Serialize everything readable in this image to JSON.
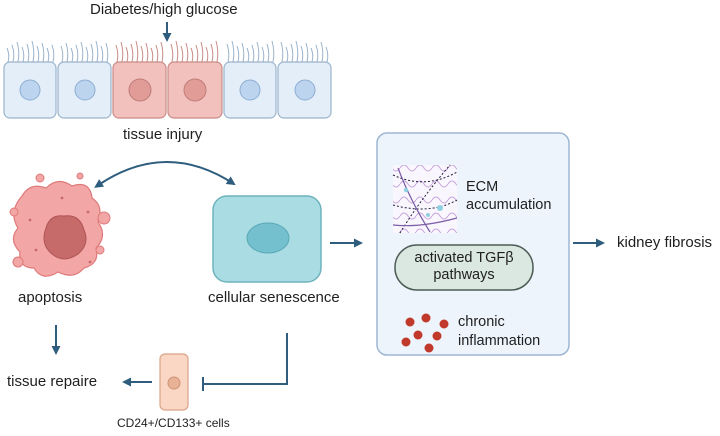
{
  "header": {
    "stimulus": "Diabetes/high glucose"
  },
  "injury": {
    "label": "tissue injury"
  },
  "outcomes": {
    "apoptosis": "apoptosis",
    "senescence": "cellular senescence",
    "repair": "tissue repaire",
    "progenitor": "CD24+/CD133+ cells"
  },
  "box": {
    "ecm_line1": "ECM",
    "ecm_line2": "accumulation",
    "tgf_line1": "activated TGFβ",
    "tgf_line2": "pathways",
    "inflammation_line1": "chronic",
    "inflammation_line2": "inflammation"
  },
  "result": {
    "label": "kidney fibrosis"
  },
  "colors": {
    "arrow": "#2e5d7e",
    "normal_cell": "#e3eef8",
    "injured_cell": "#f2c0bd",
    "senescent_cell": "#a9dce3",
    "box_fill": "#eef4fc",
    "box_border": "#9db6d3",
    "pill_fill": "#dbe7e1",
    "inflammation_dots": "#c0392b"
  }
}
